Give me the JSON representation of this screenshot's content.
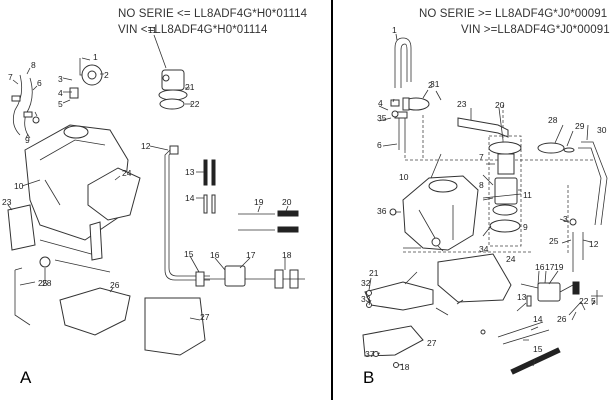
{
  "panel_a": {
    "serial_line": "NO SERIE <= LL8ADF4G*H0*01114",
    "vin_line": "VIN <=LL8ADF4G*H0*01114",
    "letter": "A",
    "callouts": [
      "1",
      "2",
      "3",
      "4",
      "5",
      "6",
      "7",
      "8",
      "9",
      "10",
      "11",
      "12",
      "13",
      "14",
      "15",
      "16",
      "17",
      "18",
      "19",
      "20",
      "21",
      "22",
      "23",
      "24",
      "25",
      "26",
      "27",
      "28"
    ]
  },
  "panel_b": {
    "serial_line": "NO SERIE >= LL8ADF4G*J0*00091",
    "vin_line": "VIN >=LL8ADF4G*J0*00091",
    "letter": "B",
    "callouts": [
      "1",
      "2",
      "3",
      "4",
      "5",
      "6",
      "7",
      "8",
      "9",
      "10",
      "11",
      "12",
      "13",
      "14",
      "15",
      "16",
      "17",
      "18",
      "19",
      "20",
      "21",
      "22",
      "23",
      "24",
      "25",
      "26",
      "27",
      "28",
      "29",
      "30",
      "31",
      "32",
      "33",
      "34",
      "35",
      "36",
      "37"
    ]
  }
}
